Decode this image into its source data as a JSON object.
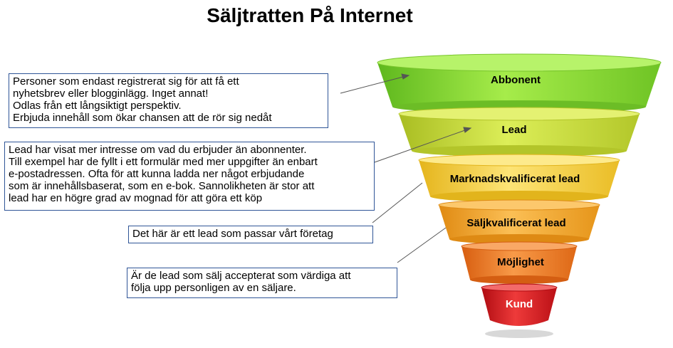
{
  "title": "Säljtratten På Internet",
  "funnel": {
    "stages": [
      {
        "label": "Abbonent",
        "color": "#8fd63a"
      },
      {
        "label": "Lead",
        "color": "#c8dc3a"
      },
      {
        "label": "Marknadskvalificerat lead",
        "color": "#f7d23a"
      },
      {
        "label": "Säljkvalificerat lead",
        "color": "#f5a623"
      },
      {
        "label": "Möjlighet",
        "color": "#f07a22"
      },
      {
        "label": "Kund",
        "color": "#d9161d"
      }
    ]
  },
  "notes": {
    "abonnent": {
      "lines": [
        "Personer som endast registrerat sig för att få ett",
        "nyhetsbrev eller blogginlägg. Inget annat!",
        "Odlas från ett långsiktigt perspektiv.",
        "Erbjuda innehåll som ökar chansen att de rör sig nedåt"
      ]
    },
    "lead": {
      "lines": [
        "Lead har visat mer intresse om vad du erbjuder än abonnenter.",
        "Till exempel har de fyllt i ett formulär med mer uppgifter än enbart",
        "e-postadressen. Ofta för att kunna ladda ner något erbjudande",
        "som är innehållsbaserat, som en e-bok. Sannolikheten är stor att",
        "lead har en högre grad av mognad för att göra ett köp"
      ]
    },
    "mql": {
      "lines": [
        "Det här är ett lead som passar vårt företag"
      ]
    },
    "sql": {
      "lines": [
        "Är de lead som sälj accepterat som värdiga att",
        "följa upp personligen av en säljare."
      ]
    }
  }
}
